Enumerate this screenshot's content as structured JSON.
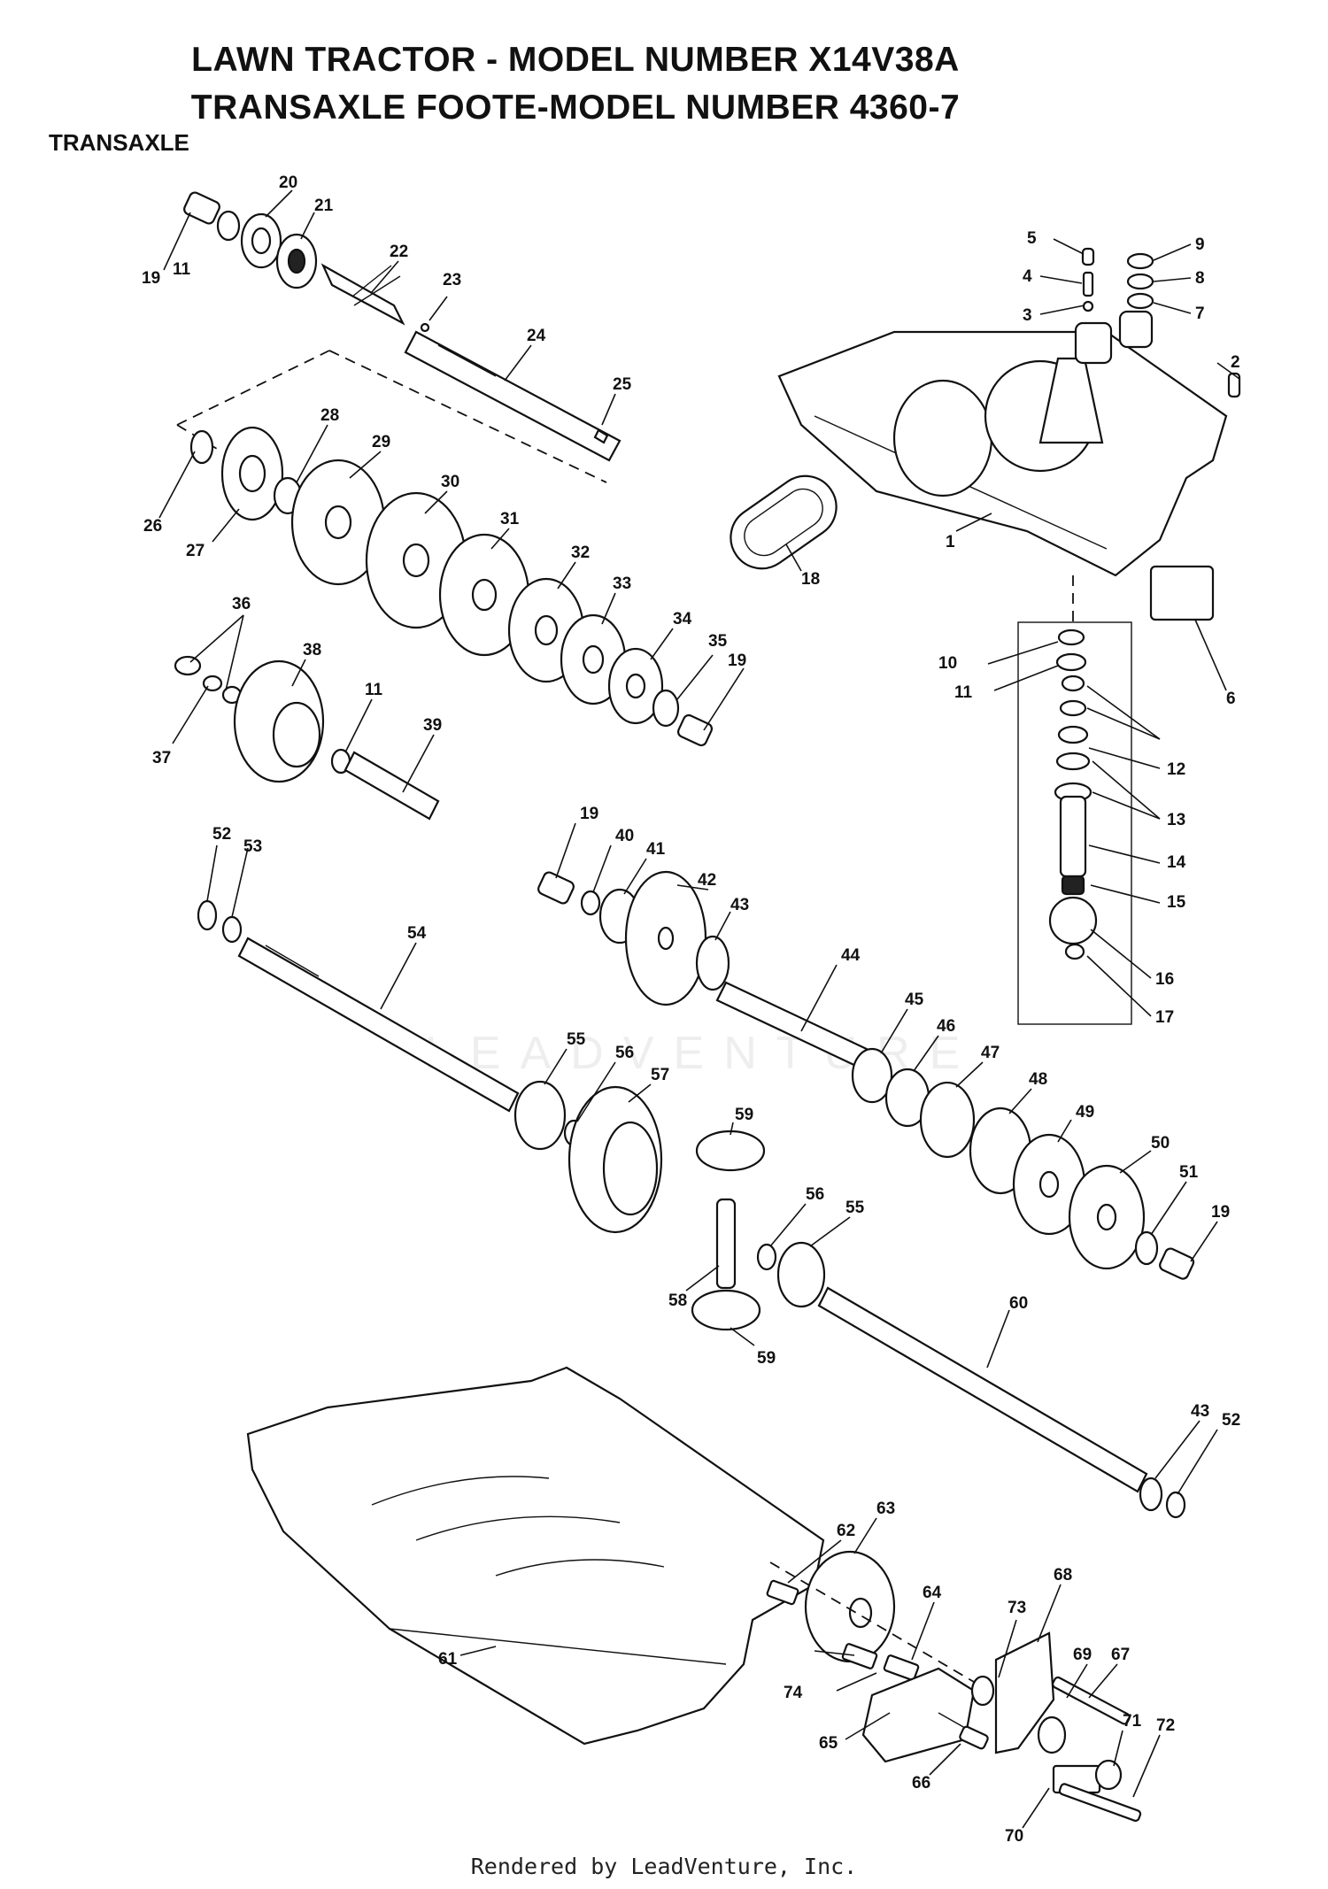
{
  "header": {
    "title_line1": "LAWN TRACTOR - MODEL NUMBER X14V38A",
    "title_line2": "TRANSAXLE FOOTE-MODEL NUMBER 4360-7",
    "section_label": "TRANSAXLE"
  },
  "watermark": "LEADVENTURE",
  "footer": {
    "rendered_by": "Rendered by LeadVenture, Inc."
  },
  "callouts": {
    "c1": "1",
    "c2": "2",
    "c3": "3",
    "c4": "4",
    "c5": "5",
    "c6": "6",
    "c7": "7",
    "c8": "8",
    "c9": "9",
    "c10": "10",
    "c11a": "11",
    "c11b": "11",
    "c11c": "11",
    "c12": "12",
    "c13": "13",
    "c14": "14",
    "c15": "15",
    "c16": "16",
    "c17": "17",
    "c18": "18",
    "c19a": "19",
    "c19b": "19",
    "c19c": "19",
    "c19d": "19",
    "c20": "20",
    "c21": "21",
    "c22": "22",
    "c23": "23",
    "c24": "24",
    "c25": "25",
    "c26": "26",
    "c27": "27",
    "c28": "28",
    "c29": "29",
    "c30": "30",
    "c31": "31",
    "c32": "32",
    "c33": "33",
    "c34": "34",
    "c35": "35",
    "c36": "36",
    "c37": "37",
    "c38": "38",
    "c39": "39",
    "c40": "40",
    "c41": "41",
    "c42": "42",
    "c43a": "43",
    "c43b": "43",
    "c44": "44",
    "c45": "45",
    "c46": "46",
    "c47": "47",
    "c48": "48",
    "c49": "49",
    "c50": "50",
    "c51": "51",
    "c52a": "52",
    "c52b": "52",
    "c53": "53",
    "c54": "54",
    "c55a": "55",
    "c55b": "55",
    "c56a": "56",
    "c56b": "56",
    "c57": "57",
    "c58": "58",
    "c59a": "59",
    "c59b": "59",
    "c60": "60",
    "c61": "61",
    "c62": "62",
    "c63": "63",
    "c64": "64",
    "c65": "65",
    "c66": "66",
    "c67": "67",
    "c68": "68",
    "c69": "69",
    "c70": "70",
    "c71": "71",
    "c72": "72",
    "c73": "73",
    "c74": "74"
  }
}
